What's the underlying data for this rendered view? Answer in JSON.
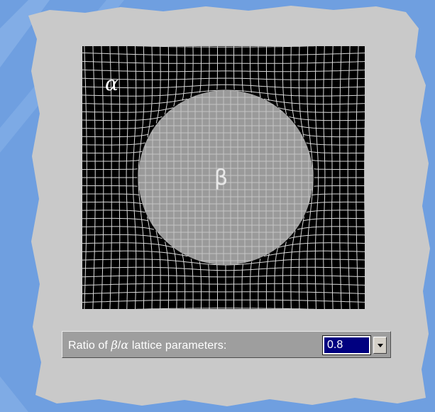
{
  "figure": {
    "alpha_label": "α",
    "beta_label": "β",
    "colors": {
      "slide_background": "#6f9fe0",
      "paper": "#c9c9c9",
      "matrix_background": "#000000",
      "grid_lines": "#d9d9d9",
      "precipitate_fill": "#9a9a9a"
    }
  },
  "control": {
    "label_prefix": "Ratio of ",
    "label_beta": "β",
    "label_slash": "/",
    "label_alpha": "α",
    "label_suffix": " lattice parameters:",
    "selected_ratio": "0.8"
  }
}
